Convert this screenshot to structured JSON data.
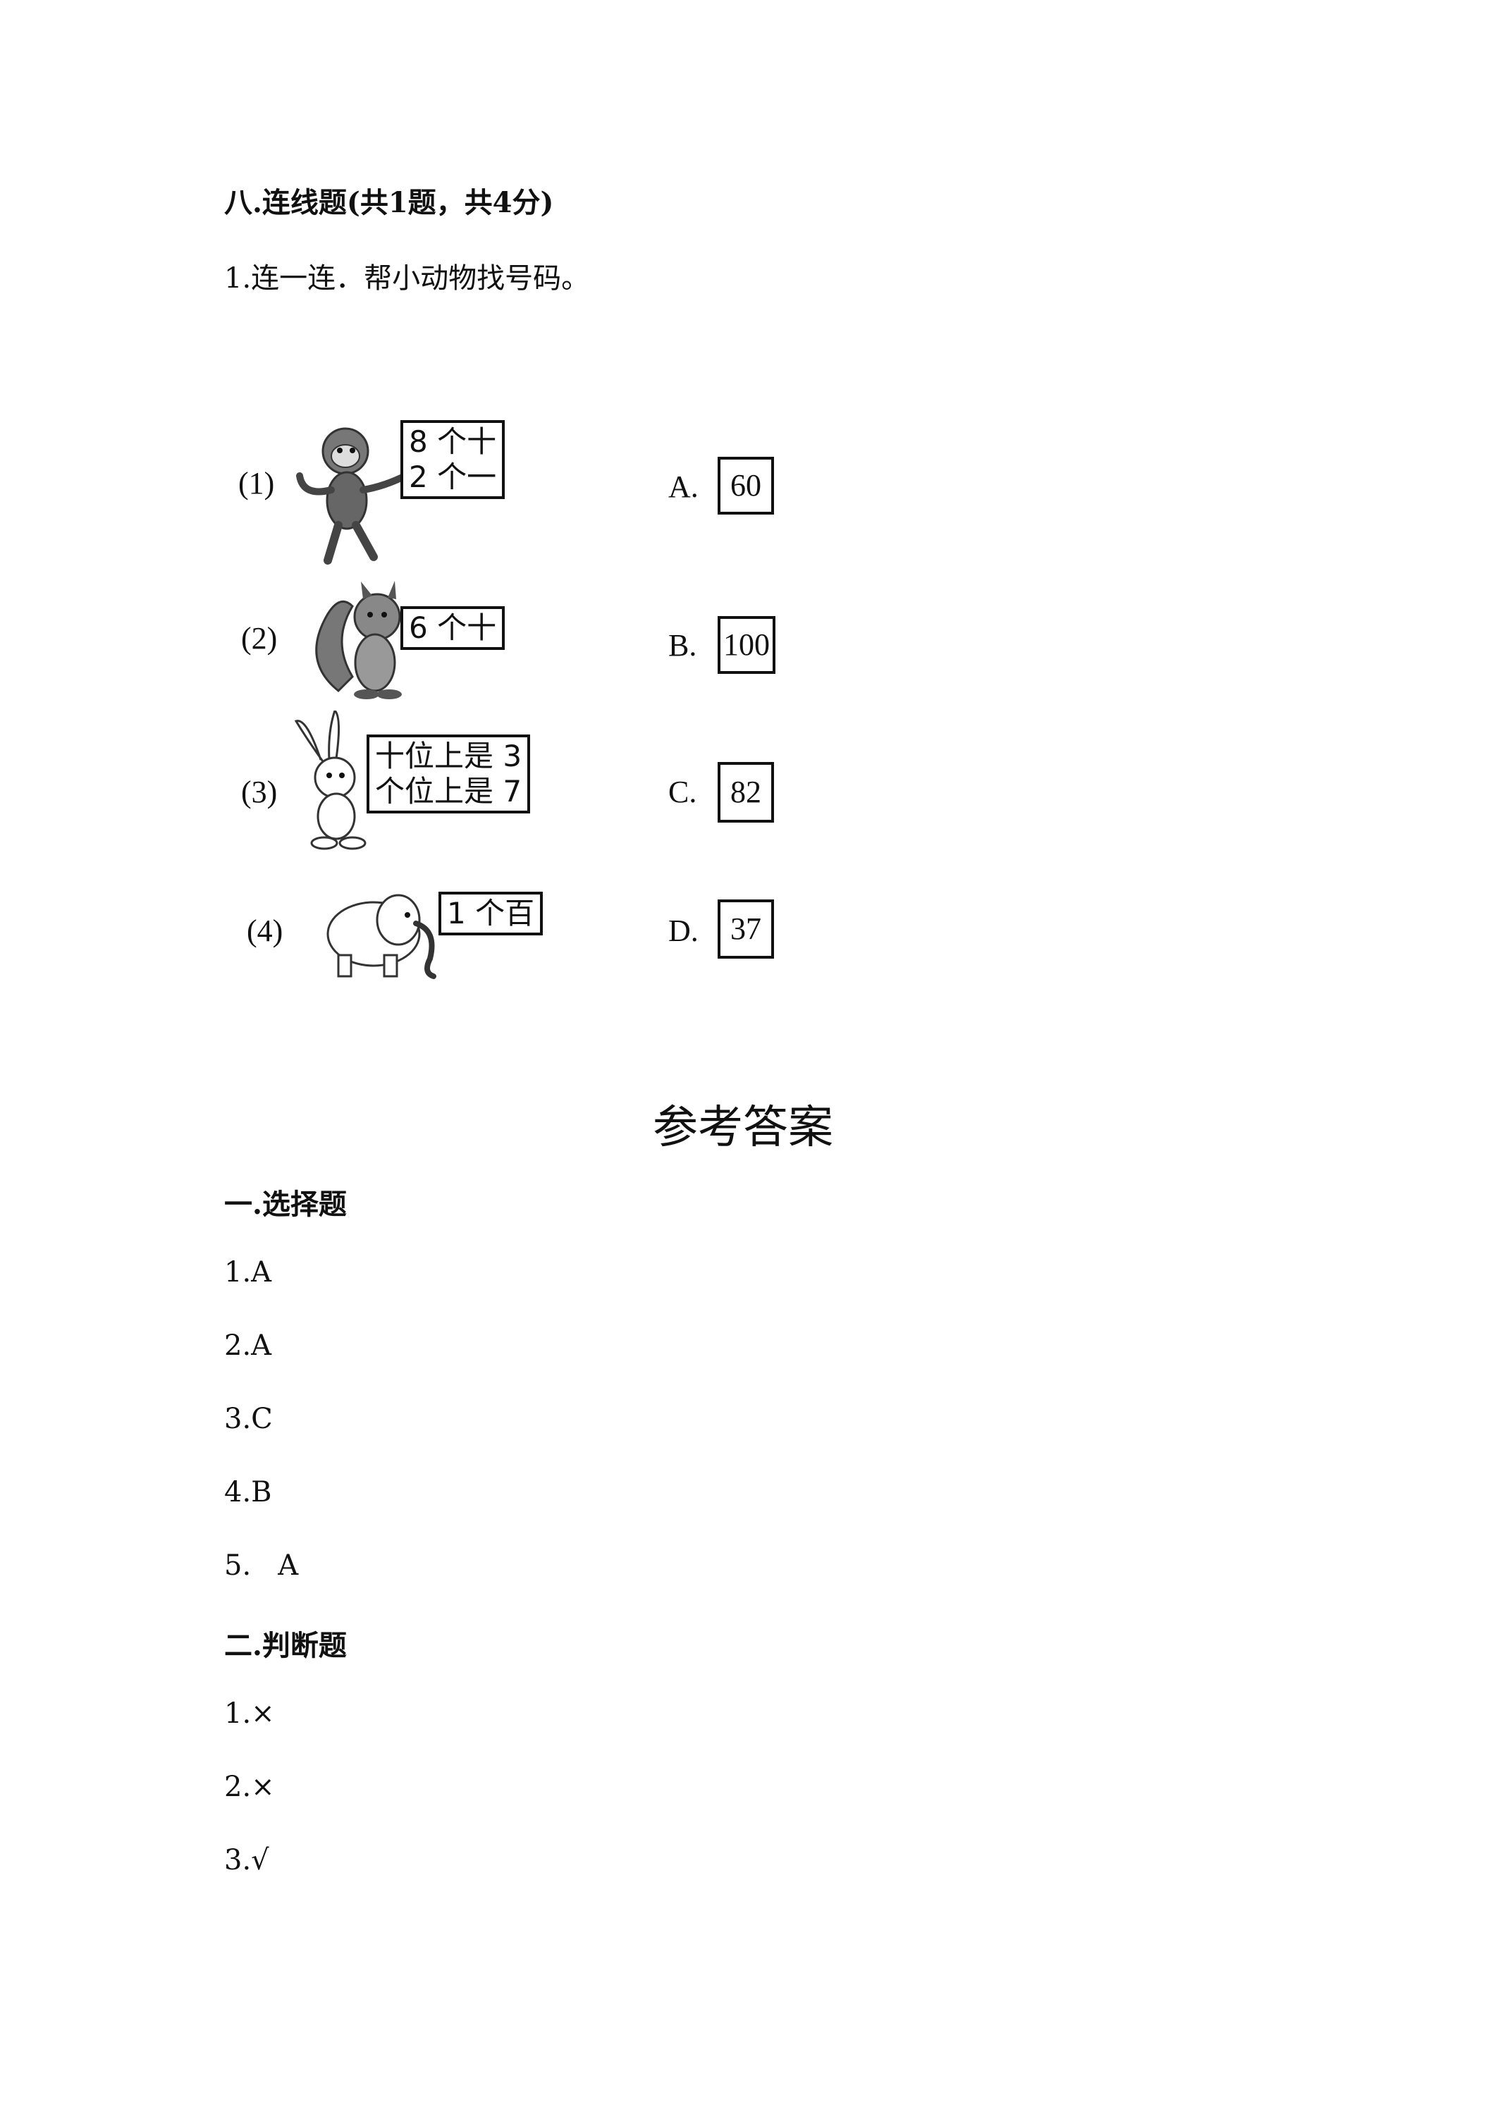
{
  "section8": {
    "title": "八.连线题(共1题，共4分)",
    "q1": "1.连一连．帮小动物找号码。"
  },
  "matching": {
    "left": [
      {
        "label": "(1)",
        "animal": "monkey-icon",
        "lines": [
          "8 个十",
          "2 个一"
        ]
      },
      {
        "label": "(2)",
        "animal": "squirrel-icon",
        "lines": [
          "6 个十"
        ]
      },
      {
        "label": "(3)",
        "animal": "rabbit-icon",
        "lines": [
          "十位上是 3",
          "个位上是 7"
        ]
      },
      {
        "label": "(4)",
        "animal": "elephant-icon",
        "lines": [
          "1 个百"
        ]
      }
    ],
    "right": [
      {
        "label": "A.",
        "value": "60"
      },
      {
        "label": "B.",
        "value": "100"
      },
      {
        "label": "C.",
        "value": "82"
      },
      {
        "label": "D.",
        "value": "37"
      }
    ]
  },
  "answers": {
    "title": "参考答案",
    "sec1": {
      "title": "一.选择题",
      "items": [
        "1.A",
        "2.A",
        "3.C",
        "4.B",
        "5.   A"
      ]
    },
    "sec2": {
      "title": "二.判断题",
      "items": [
        "1.×",
        "2.×",
        "3.√"
      ]
    }
  }
}
